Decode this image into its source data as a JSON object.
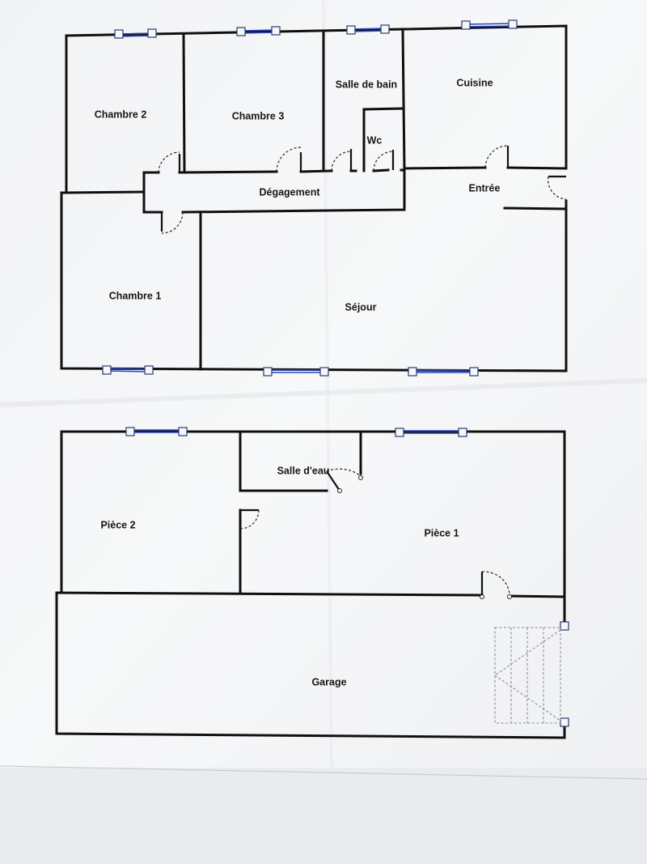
{
  "plan": {
    "upper_floor": {
      "rooms": {
        "chambre_2": "Chambre 2",
        "chambre_3": "Chambre 3",
        "salle_de_bain": "Salle de bain",
        "cuisine": "Cuisine",
        "wc": "Wc",
        "degagement": "Dégagement",
        "entree": "Entrée",
        "chambre_1": "Chambre 1",
        "sejour": "Séjour"
      }
    },
    "lower_floor": {
      "rooms": {
        "piece_2": "Pièce 2",
        "salle_deau": "Salle d'eau",
        "piece_1": "Pièce 1",
        "garage": "Garage"
      }
    }
  },
  "colors": {
    "paper": "#f4f5f6",
    "wall": "#0f0f10",
    "window": "#2a46b8",
    "stairs": "#8a8c90"
  }
}
